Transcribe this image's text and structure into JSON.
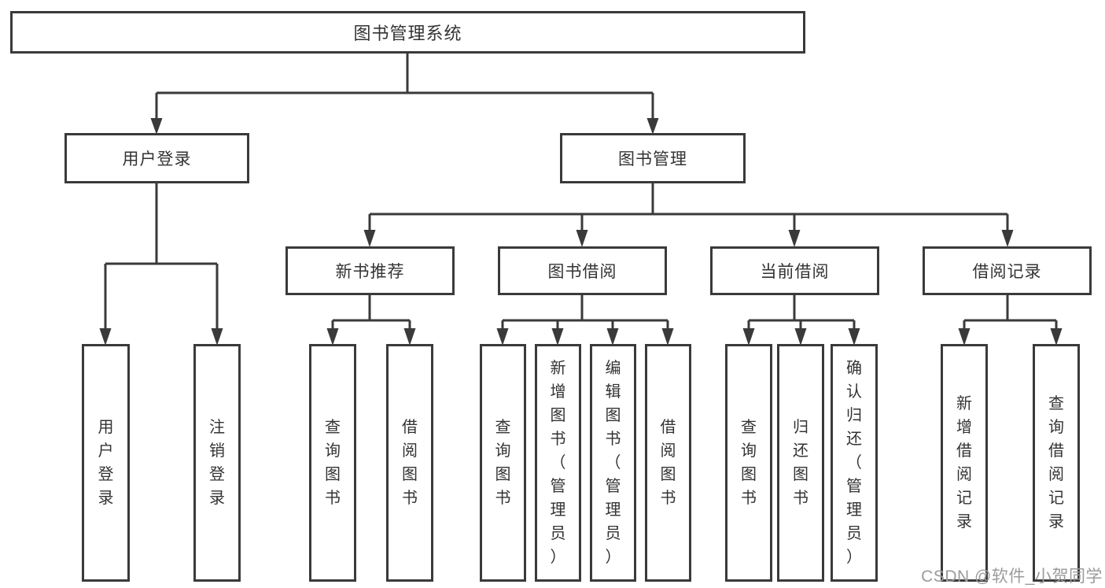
{
  "colors": {
    "line": "#3a3a3a",
    "text": "#333333",
    "box_background": "#ffffff",
    "watermark": "#9b9b9b"
  },
  "tree": {
    "root": {
      "label": "图书管理系统"
    },
    "branches": [
      {
        "label": "用户登录",
        "children": [
          {
            "label": "用户登录"
          },
          {
            "label": "注销登录"
          }
        ]
      },
      {
        "label": "图书管理",
        "children": [
          {
            "label": "新书推荐",
            "children": [
              {
                "label": "查询图书"
              },
              {
                "label": "借阅图书"
              }
            ]
          },
          {
            "label": "图书借阅",
            "children": [
              {
                "label": "查询图书"
              },
              {
                "label": "新增图书（管理员）"
              },
              {
                "label": "编辑图书（管理员）"
              },
              {
                "label": "借阅图书"
              }
            ]
          },
          {
            "label": "当前借阅",
            "children": [
              {
                "label": "查询图书"
              },
              {
                "label": "归还图书"
              },
              {
                "label": "确认归还（管理员）"
              }
            ]
          },
          {
            "label": "借阅记录",
            "children": [
              {
                "label": "新增借阅记录"
              },
              {
                "label": "查询借阅记录"
              }
            ]
          }
        ]
      }
    ]
  },
  "watermark": {
    "text": "CSDN @软件_小贺同学"
  }
}
